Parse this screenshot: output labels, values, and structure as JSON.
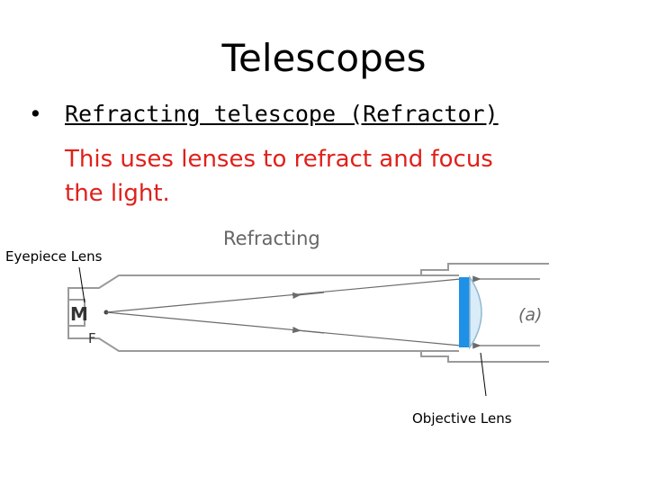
{
  "slide": {
    "title": "Telescopes",
    "bullet_symbol": "•",
    "bullet_heading": "Refracting telescope (Refractor)",
    "bullet_body_line1": "This uses lenses to refract and focus",
    "bullet_body_line2": "the light."
  },
  "diagram": {
    "heading": "Refracting",
    "case_label": "(a)",
    "eyepiece_marker": "M",
    "focus_label": "F",
    "eyepiece_label": "Eyepiece Lens",
    "objective_label": "Objective Lens",
    "colors": {
      "tube_line": "#9a9a9a",
      "lens_blue": "#1e90e6",
      "lens_glass": "#d9ecf7",
      "ray_line": "#6b6b6b",
      "text_red": "#e0201b"
    }
  }
}
